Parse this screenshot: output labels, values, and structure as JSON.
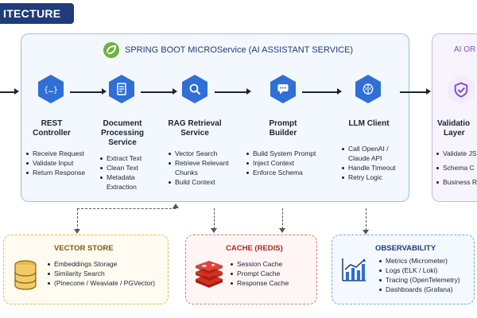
{
  "header": {
    "title": "ITECTURE"
  },
  "main": {
    "title": "SPRING BOOT MICROService (AI ASSISTANT SERVICE)",
    "components": [
      {
        "label": "REST Controller",
        "label_lines": [
          "REST",
          "Controller"
        ],
        "icon": "code-braces-icon",
        "bullets": [
          "Receive Request",
          "Validate Input",
          "Return Response"
        ]
      },
      {
        "label": "Document Processing Service",
        "label_lines": [
          "Document",
          "Processing",
          "Service"
        ],
        "icon": "document-icon",
        "bullets": [
          "Extract Text",
          "Clean Text",
          "Metadata Extraction"
        ]
      },
      {
        "label": "RAG Retrieval Service",
        "label_lines": [
          "RAG Retrieval",
          "Service"
        ],
        "icon": "magnifier-icon",
        "bullets": [
          "Vector Search",
          "Retrieve Relevant Chunks",
          "Build Context"
        ]
      },
      {
        "label": "Prompt Builder",
        "label_lines": [
          "Prompt",
          "Builder"
        ],
        "icon": "chat-bubble-icon",
        "bullets": [
          "Build System Prompt",
          "Inject Context",
          "Enforce Schema"
        ]
      },
      {
        "label": "LLM Client",
        "label_lines": [
          "LLM Client"
        ],
        "icon": "brain-icon",
        "bullets": [
          "Call OpenAI / Claude API",
          "Handle Timeout",
          "Retry Logic"
        ]
      }
    ]
  },
  "right_panel": {
    "title": "AI OR",
    "label_lines": [
      "Validatio",
      "Layer"
    ],
    "icon": "shield-check-icon",
    "bullets": [
      "Validate JS",
      "Schema C",
      "Business R"
    ]
  },
  "vector_store": {
    "title": "VECTOR STORE",
    "icon": "database-icon",
    "bullets": [
      "Embeddings Storage",
      "Similarity Search",
      "(Pinecone / Weaviate / PGVector)"
    ]
  },
  "cache": {
    "title": "CACHE (REDIS)",
    "icon": "redis-icon",
    "bullets": [
      "Session Cache",
      "Prompt Cache",
      "Response Cache"
    ]
  },
  "observability": {
    "title": "OBSERVABILITY",
    "icon": "bar-chart-icon",
    "bullets": [
      "Metrics (Micrometer)",
      "Logs (ELK / Loki)",
      "Tracing (OpenTelemetry)",
      "Dashboards (Grafana)"
    ]
  },
  "colors": {
    "header_bg": "#1f3b7a",
    "hex_blue": "#2f6fd6",
    "main_border": "#9bbde9",
    "vector_border": "#e8b84a",
    "cache_border": "#e07b7b",
    "observability_border": "#7ea5e0",
    "purple": "#7b4fc9",
    "redis_red": "#d82c20",
    "db_gold": "#e9b94a"
  }
}
